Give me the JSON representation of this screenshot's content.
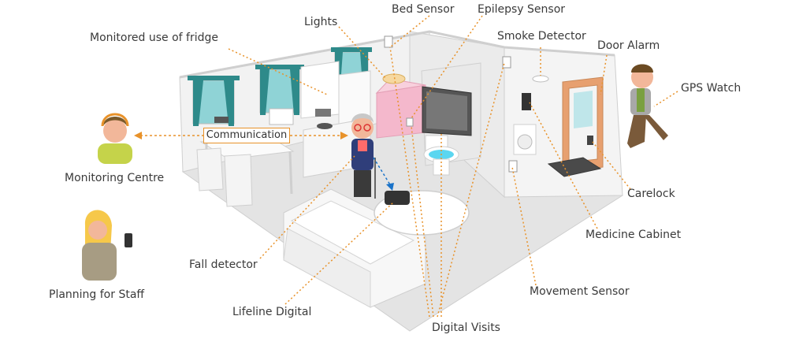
{
  "labels": {
    "lights": "Lights",
    "bed_sensor": "Bed Sensor",
    "epilepsy_sensor": "Epilepsy Sensor",
    "fridge": "Monitored use of fridge",
    "smoke_detector": "Smoke Detector",
    "door_alarm": "Door Alarm",
    "gps_watch": "GPS Watch",
    "communication": "Communication",
    "monitoring_centre": "Monitoring Centre",
    "carelock": "Carelock",
    "medicine_cabinet": "Medicine Cabinet",
    "fall_detector": "Fall detector",
    "planning_for_staff": "Planning for Staff",
    "movement_sensor": "Movement Sensor",
    "lifeline_digital": "Lifeline Digital",
    "digital_visits": "Digital Visits"
  },
  "colors": {
    "leader_line": "#e8922a",
    "wall": "#eeeeee",
    "outline": "#cfcfcf",
    "window": "#8fd3d6",
    "curtain": "#2e8a8a",
    "door": "#e7a070",
    "bed": "#f4b8cc",
    "toilet_water": "#5bd6f0"
  }
}
